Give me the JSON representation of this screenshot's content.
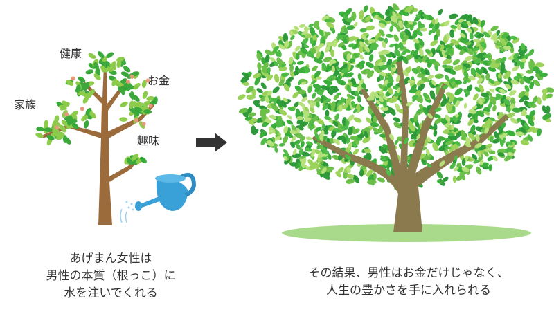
{
  "small_tree": {
    "labels": {
      "health": "健康",
      "money": "お金",
      "family": "家族",
      "hobby": "趣味"
    },
    "caption": [
      "あげまん女性は",
      "男性の本質（根っこ）に",
      "水を注いでくれる"
    ]
  },
  "big_tree": {
    "caption": [
      "その結果、男性はお金だけじゃなく、",
      "人生の豊かさを手に入れられる"
    ]
  },
  "colors": {
    "trunk_small": "#9b6b3c",
    "trunk_big": "#8a7a4e",
    "leaf_dark": "#3aa83a",
    "leaf_light": "#8ccc4a",
    "watering_can": "#3aa0d8",
    "ground": "#a9d98a",
    "fruit": "#e8987a",
    "arrow": "#333333"
  }
}
